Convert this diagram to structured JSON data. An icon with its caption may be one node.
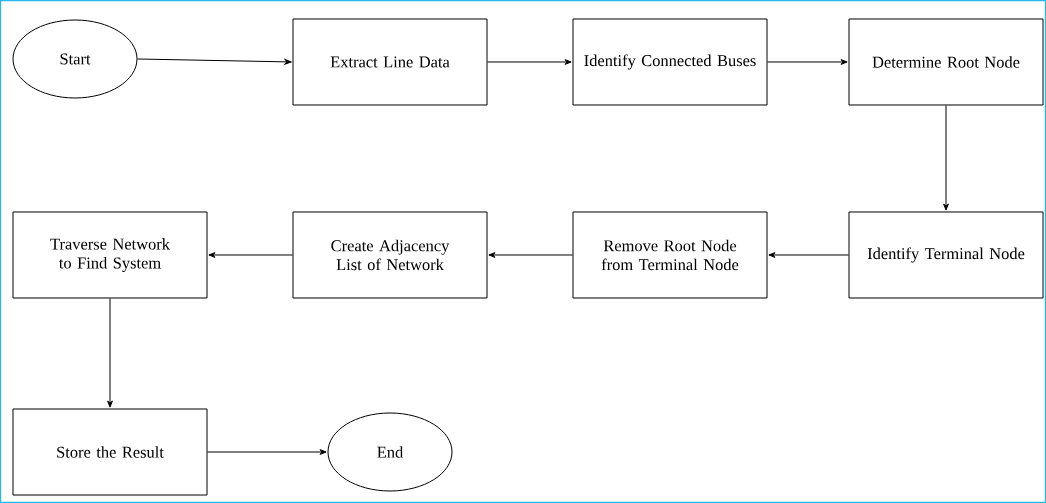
{
  "diagram": {
    "nodes": [
      {
        "text": [
          "Start"
        ]
      },
      {
        "text": [
          "Extract Line Data"
        ]
      },
      {
        "text": [
          "Identify Connected Buses"
        ]
      },
      {
        "text": [
          "Determine Root Node"
        ]
      },
      {
        "text": [
          "Identify Terminal Node"
        ]
      },
      {
        "text": [
          "Remove Root Node from Terminal Node"
        ]
      },
      {
        "text": [
          "Create Adjacency List of Network"
        ]
      },
      {
        "text": [
          "Traverse Network to Find System"
        ]
      },
      {
        "text": [
          "Store the Result"
        ]
      },
      {
        "text": [
          "End"
        ]
      }
    ],
    "edges": [
      {
        "from": 0,
        "to": 1,
        "arrow": "to"
      },
      {
        "from": 1,
        "to": 2,
        "arrow": "to"
      },
      {
        "from": 2,
        "to": 3,
        "arrow": "to"
      },
      {
        "from": 3,
        "to": 4,
        "arrow": "to"
      },
      {
        "from": 4,
        "to": 5,
        "arrow": "to"
      },
      {
        "from": 5,
        "to": 6,
        "arrow": "to"
      },
      {
        "from": 6,
        "to": 7,
        "arrow": "to"
      },
      {
        "from": 7,
        "to": 8,
        "arrow": "to"
      },
      {
        "from": 8,
        "to": 9,
        "arrow": "to"
      }
    ]
  }
}
